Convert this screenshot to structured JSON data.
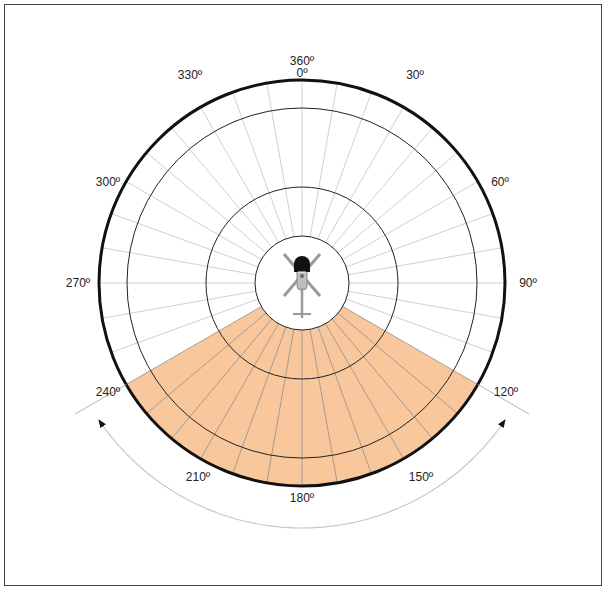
{
  "diagram": {
    "labels": [
      "360º",
      "0º",
      "30º",
      "60º",
      "90º",
      "120º",
      "150º",
      "180º",
      "210º",
      "240º",
      "270º",
      "300º",
      "330º"
    ]
  }
}
